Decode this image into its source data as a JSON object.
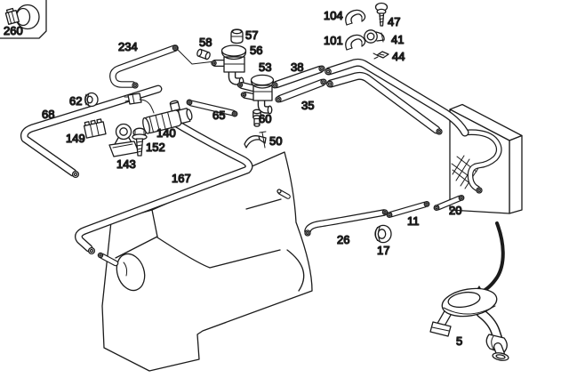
{
  "diagram": {
    "background": "#ffffff",
    "line_color": "#1b1b1b",
    "inset_part_number": "260"
  },
  "parts": {
    "5": "5",
    "11": "11",
    "17": "17",
    "20": "20",
    "26": "26",
    "35": "35",
    "38": "38",
    "41": "41",
    "44": "44",
    "47": "47",
    "50": "50",
    "53": "53",
    "56": "56",
    "57": "57",
    "58": "58",
    "60": "60",
    "62": "62",
    "65": "65",
    "68": "68",
    "101": "101",
    "104": "104",
    "140": "140",
    "143": "143",
    "149": "149",
    "152": "152",
    "167": "167",
    "234": "234",
    "260": "260"
  }
}
